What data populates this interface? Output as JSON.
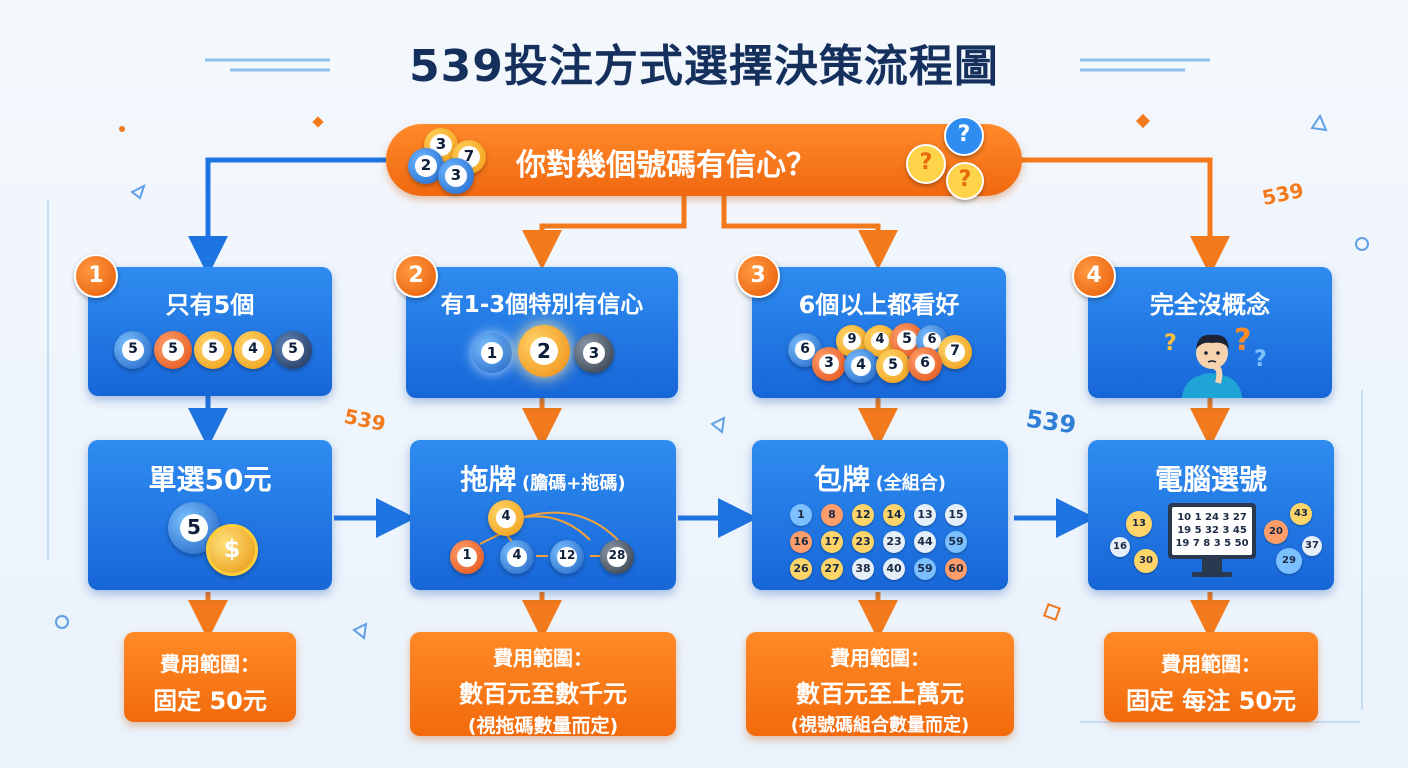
{
  "title": "539投注方式選擇決策流程圖",
  "question": "你對幾個號碼有信心？",
  "question_balls": [
    "3",
    "7",
    "2",
    "3"
  ],
  "question_marks": [
    "?",
    "?",
    "?"
  ],
  "steps": [
    {
      "number": "1",
      "condition": "只有5個",
      "condition_balls": [
        "5",
        "5",
        "5",
        "4",
        "5"
      ],
      "method": "單選50元",
      "method_ball": "5",
      "coin_symbol": "$",
      "cost_label": "費用範圍：",
      "cost_lines": [
        "固定 50元"
      ]
    },
    {
      "number": "2",
      "condition": "有1-3個特別有信心",
      "condition_balls": [
        "1",
        "2",
        "3"
      ],
      "method": "拖牌",
      "method_note": "(膽碼+拖碼)",
      "method_balls": [
        "4",
        "1",
        "4",
        "12",
        "28"
      ],
      "cost_label": "費用範圍：",
      "cost_lines": [
        "數百元至數千元",
        "(視拖碼數量而定)"
      ]
    },
    {
      "number": "3",
      "condition": "6個以上都看好",
      "condition_balls": [
        "6",
        "9",
        "4",
        "5",
        "6",
        "7",
        "3",
        "4",
        "5",
        "6"
      ],
      "method": "包牌",
      "method_note": "(全組合)",
      "method_grid": [
        "1",
        "8",
        "12",
        "14",
        "13",
        "15",
        "16",
        "17",
        "23",
        "23",
        "44",
        "59",
        "26",
        "27",
        "38",
        "40",
        "59",
        "60"
      ],
      "cost_label": "費用範圍：",
      "cost_lines": [
        "數百元至上萬元",
        "(視號碼組合數量而定)"
      ]
    },
    {
      "number": "4",
      "condition": "完全沒概念",
      "condition_marks": [
        "?",
        "?",
        "?"
      ],
      "method": "電腦選號",
      "screen_lines": [
        "10 1 24 3 27",
        "19 5 32 3 45",
        "19 7 8 3 5 50"
      ],
      "side_balls": [
        "13",
        "16",
        "30",
        "43",
        "20",
        "37",
        "29"
      ],
      "cost_label": "費用範圍：",
      "cost_lines": [
        "固定 每注 50元"
      ]
    }
  ],
  "floating_labels": [
    "539",
    "539",
    "539"
  ],
  "colors": {
    "blue": "#1d74e0",
    "orange": "#f26a0c",
    "title": "#16305e"
  }
}
